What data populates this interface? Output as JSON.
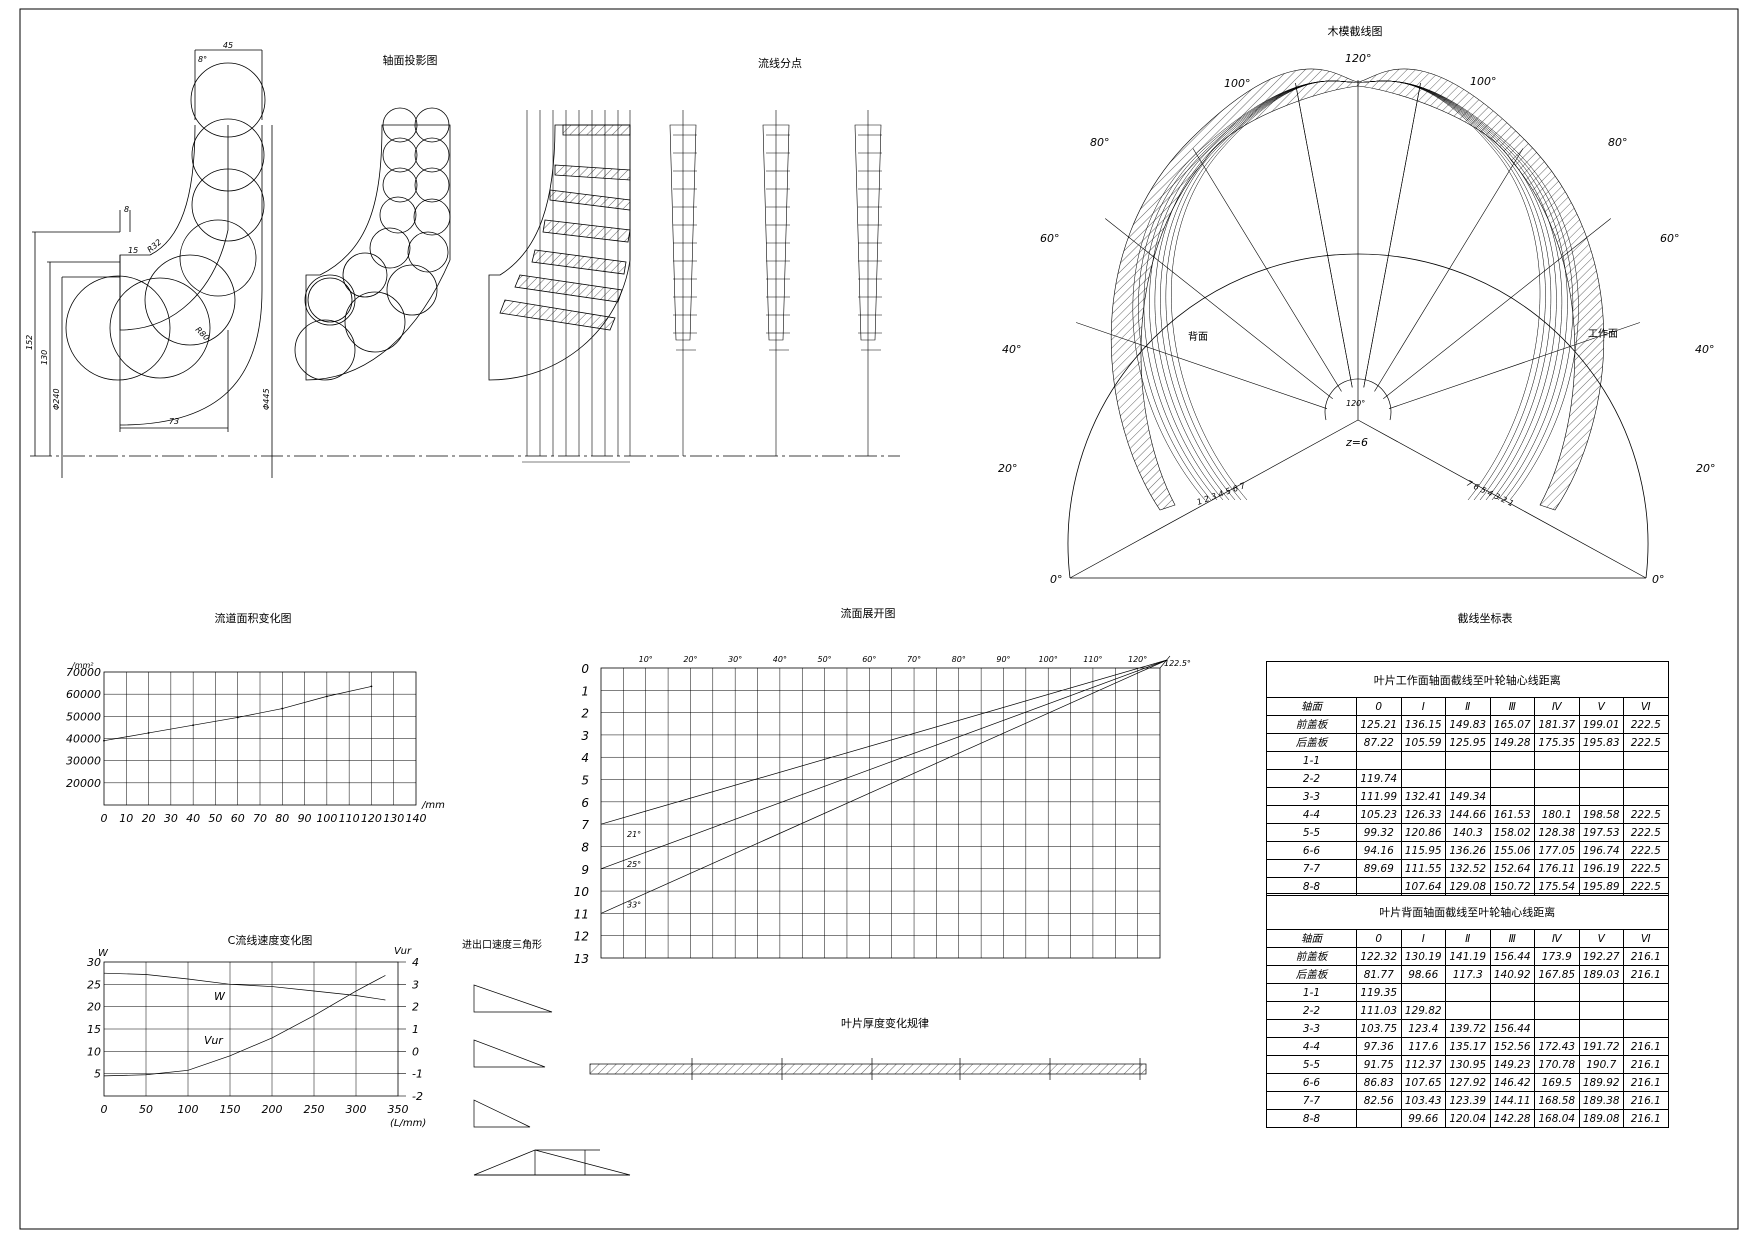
{
  "titles": {
    "meridional": "轴面投影图",
    "streamline_split": "流线分点",
    "wrap_plot": "木模截线图",
    "area_curve": "流道面积变化图",
    "conformal_map": "流面展开图",
    "vel_curve": "C流线速度变化图",
    "inlet_triangles": "进出口速度三角形",
    "thickness": "叶片厚度变化规律",
    "table_section": "截线坐标表",
    "pressure_face_table": "叶片工作面轴面截线至叶轮轴心线距离",
    "suction_face_table": "叶片背面轴面截线至叶轮轴心线距离"
  },
  "meridional_dims": [
    "45",
    "8°",
    "8",
    "15",
    "R32",
    "R80",
    "73",
    "152",
    "130",
    "Φ240",
    "Φ445"
  ],
  "wrap_labels": {
    "back": "背面",
    "work": "工作面",
    "hub_angle": "120°",
    "z": "z=6",
    "left_nums": "1 2 3 4 5 6 7",
    "right_nums": "7 6 5 4 3 2 1",
    "angles_left": [
      "0°",
      "20°",
      "40°",
      "60°",
      "80°",
      "100°",
      "120°"
    ],
    "angles_right": [
      "0°",
      "20°",
      "40°",
      "60°",
      "80°",
      "100°"
    ]
  },
  "area_chart_labels": {
    "y_unit": "/mm²",
    "x_unit": "/mm",
    "y_ticks": [
      "70000",
      "60000",
      "50000",
      "40000",
      "30000",
      "20000"
    ],
    "x_ticks": [
      "0",
      "10",
      "20",
      "30",
      "40",
      "50",
      "60",
      "70",
      "80",
      "90",
      "100",
      "110",
      "120",
      "130",
      "140"
    ]
  },
  "vel_chart_labels": {
    "left_axis": "W",
    "right_axis": "Vur",
    "left_ticks": [
      "30",
      "25",
      "20",
      "15",
      "10",
      "5"
    ],
    "right_ticks": [
      "4",
      "3",
      "2",
      "1",
      "0",
      "-1",
      "-2"
    ],
    "x_ticks": [
      "0",
      "50",
      "100",
      "150",
      "200",
      "250",
      "300",
      "350"
    ],
    "x_unit": "(L/mm)",
    "curve_w": "W",
    "curve_v": "Vur"
  },
  "conformal_labels": {
    "top_ticks": [
      "10°",
      "20°",
      "30°",
      "40°",
      "50°",
      "60°",
      "70°",
      "80°",
      "90°",
      "100°",
      "110°",
      "120°"
    ],
    "end_angle": "122.5°",
    "rows": [
      "0",
      "1",
      "2",
      "3",
      "4",
      "5",
      "6",
      "7",
      "8",
      "9",
      "10",
      "11",
      "12",
      "13"
    ],
    "angles": [
      "21°",
      "25°",
      "33°"
    ]
  },
  "chart_data": [
    {
      "type": "line",
      "title": "流道面积变化图",
      "xlabel": "/mm",
      "ylabel": "/mm²",
      "xlim": [
        0,
        140
      ],
      "ylim": [
        10000,
        70000
      ],
      "series": [
        {
          "x": [
            0,
            20,
            40,
            60,
            80,
            100,
            120
          ],
          "values": [
            39000,
            42500,
            46000,
            49500,
            53500,
            59000,
            63500
          ]
        }
      ]
    },
    {
      "type": "line",
      "title": "C流线速度变化图",
      "xlabel": "(L/mm)",
      "xlim": [
        0,
        350
      ],
      "series": [
        {
          "name": "W",
          "x": [
            0,
            50,
            100,
            150,
            200,
            250,
            300,
            335
          ],
          "values": [
            27.5,
            27.2,
            26.2,
            25,
            24.5,
            23.5,
            22.5,
            21.5
          ]
        },
        {
          "name": "Vur",
          "x": [
            0,
            50,
            100,
            150,
            200,
            250,
            300,
            335
          ],
          "values": [
            -1.1,
            -1.05,
            -0.85,
            -0.2,
            0.6,
            1.6,
            2.7,
            3.4
          ]
        }
      ]
    }
  ],
  "table_header": [
    "轴面",
    "0",
    "Ⅰ",
    "Ⅱ",
    "Ⅲ",
    "Ⅳ",
    "Ⅴ",
    "Ⅵ"
  ],
  "table1": [
    [
      "前盖板",
      "125.21",
      "136.15",
      "149.83",
      "165.07",
      "181.37",
      "199.01",
      "222.5"
    ],
    [
      "后盖板",
      "87.22",
      "105.59",
      "125.95",
      "149.28",
      "175.35",
      "195.83",
      "222.5"
    ],
    [
      "1-1",
      "",
      "",
      "",
      "",
      "",
      "",
      ""
    ],
    [
      "2-2",
      "119.74",
      "",
      "",
      "",
      "",
      "",
      ""
    ],
    [
      "3-3",
      "111.99",
      "132.41",
      "149.34",
      "",
      "",
      "",
      ""
    ],
    [
      "4-4",
      "105.23",
      "126.33",
      "144.66",
      "161.53",
      "180.1",
      "198.58",
      "222.5"
    ],
    [
      "5-5",
      "99.32",
      "120.86",
      "140.3",
      "158.02",
      "128.38",
      "197.53",
      "222.5"
    ],
    [
      "6-6",
      "94.16",
      "115.95",
      "136.26",
      "155.06",
      "177.05",
      "196.74",
      "222.5"
    ],
    [
      "7-7",
      "89.69",
      "111.55",
      "132.52",
      "152.64",
      "176.11",
      "196.19",
      "222.5"
    ],
    [
      "8-8",
      "",
      "107.64",
      "129.08",
      "150.72",
      "175.54",
      "195.89",
      "222.5"
    ]
  ],
  "table2": [
    [
      "前盖板",
      "122.32",
      "130.19",
      "141.19",
      "156.44",
      "173.9",
      "192.27",
      "216.1"
    ],
    [
      "后盖板",
      "81.77",
      "98.66",
      "117.3",
      "140.92",
      "167.85",
      "189.03",
      "216.1"
    ],
    [
      "1-1",
      "119.35",
      "",
      "",
      "",
      "",
      "",
      ""
    ],
    [
      "2-2",
      "111.03",
      "129.82",
      "",
      "",
      "",
      "",
      ""
    ],
    [
      "3-3",
      "103.75",
      "123.4",
      "139.72",
      "156.44",
      "",
      "",
      ""
    ],
    [
      "4-4",
      "97.36",
      "117.6",
      "135.17",
      "152.56",
      "172.43",
      "191.72",
      "216.1"
    ],
    [
      "5-5",
      "91.75",
      "112.37",
      "130.95",
      "149.23",
      "170.78",
      "190.7",
      "216.1"
    ],
    [
      "6-6",
      "86.83",
      "107.65",
      "127.92",
      "146.42",
      "169.5",
      "189.92",
      "216.1"
    ],
    [
      "7-7",
      "82.56",
      "103.43",
      "123.39",
      "144.11",
      "168.58",
      "189.38",
      "216.1"
    ],
    [
      "8-8",
      "",
      "99.66",
      "120.04",
      "142.28",
      "168.04",
      "189.08",
      "216.1"
    ]
  ]
}
